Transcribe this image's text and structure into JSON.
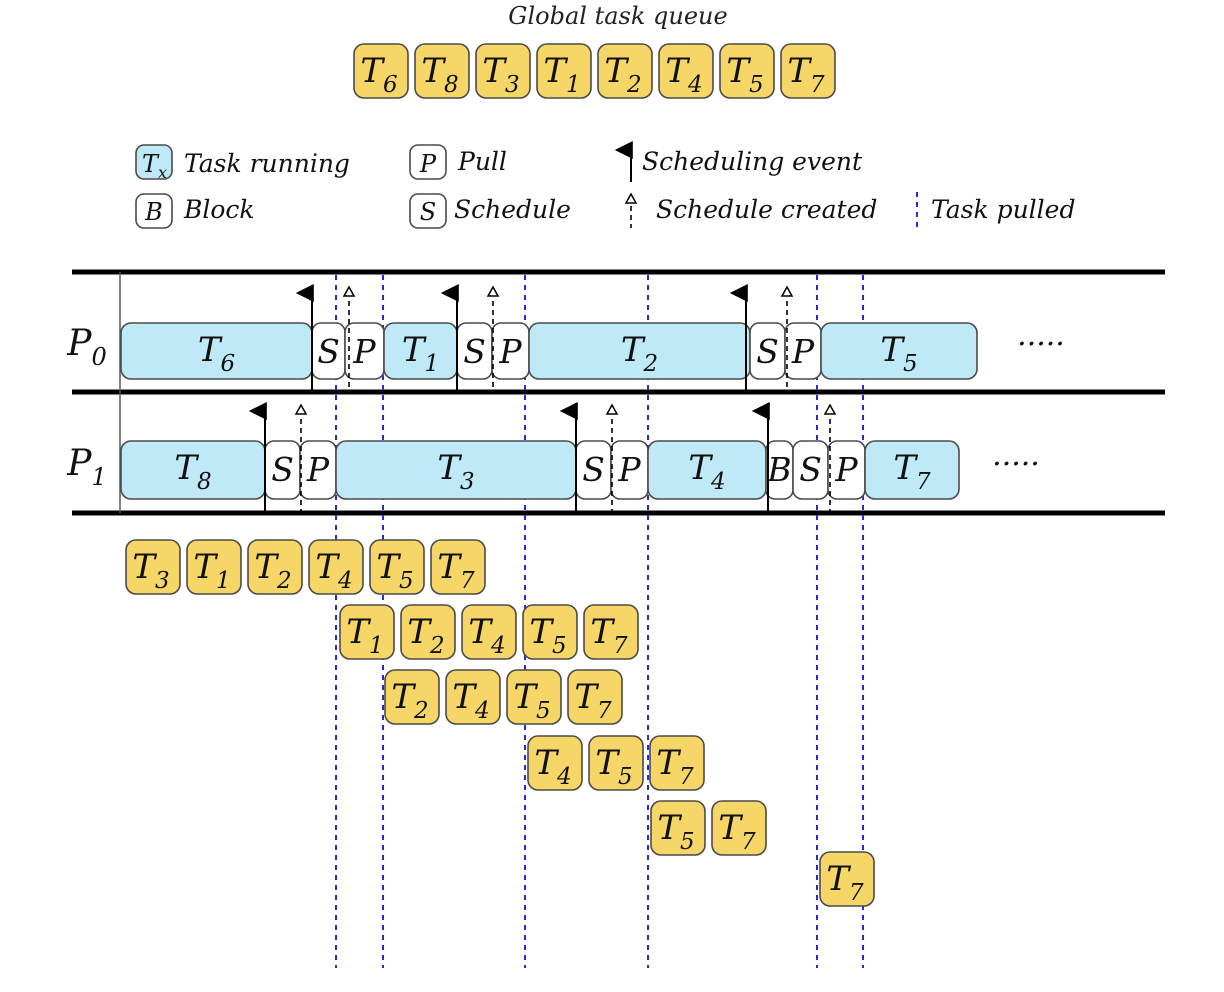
{
  "title": "Global task queue",
  "global_queue": [
    {
      "base": "T",
      "sub": "6"
    },
    {
      "base": "T",
      "sub": "8"
    },
    {
      "base": "T",
      "sub": "3"
    },
    {
      "base": "T",
      "sub": "1"
    },
    {
      "base": "T",
      "sub": "2"
    },
    {
      "base": "T",
      "sub": "4"
    },
    {
      "base": "T",
      "sub": "5"
    },
    {
      "base": "T",
      "sub": "7"
    }
  ],
  "legend": {
    "task_running": {
      "symbol_base": "T",
      "symbol_sub": "x",
      "label": "Task running"
    },
    "block": {
      "symbol": "B",
      "label": "Block"
    },
    "pull": {
      "symbol": "P",
      "label": "Pull"
    },
    "schedule": {
      "symbol": "S",
      "label": "Schedule"
    },
    "scheduling_event": {
      "label": "Scheduling event"
    },
    "schedule_created": {
      "label": "Schedule created"
    },
    "task_pulled": {
      "label": "Task pulled"
    }
  },
  "processors": [
    {
      "base": "P",
      "sub": "0",
      "segments": [
        {
          "kind": "task",
          "base": "T",
          "sub": "6"
        },
        {
          "kind": "op",
          "label": "S"
        },
        {
          "kind": "op",
          "label": "P"
        },
        {
          "kind": "task",
          "base": "T",
          "sub": "1"
        },
        {
          "kind": "op",
          "label": "S"
        },
        {
          "kind": "op",
          "label": "P"
        },
        {
          "kind": "task",
          "base": "T",
          "sub": "2"
        },
        {
          "kind": "op",
          "label": "S"
        },
        {
          "kind": "op",
          "label": "P"
        },
        {
          "kind": "task",
          "base": "T",
          "sub": "5"
        }
      ],
      "ellipsis": "....."
    },
    {
      "base": "P",
      "sub": "1",
      "segments": [
        {
          "kind": "task",
          "base": "T",
          "sub": "8"
        },
        {
          "kind": "op",
          "label": "S"
        },
        {
          "kind": "op",
          "label": "P"
        },
        {
          "kind": "task",
          "base": "T",
          "sub": "3"
        },
        {
          "kind": "op",
          "label": "S"
        },
        {
          "kind": "op",
          "label": "P"
        },
        {
          "kind": "task",
          "base": "T",
          "sub": "4"
        },
        {
          "kind": "op",
          "label": "B"
        },
        {
          "kind": "op",
          "label": "S"
        },
        {
          "kind": "op",
          "label": "P"
        },
        {
          "kind": "task",
          "base": "T",
          "sub": "7"
        }
      ],
      "ellipsis": "....."
    }
  ],
  "queue_snapshots": [
    [
      "3",
      "1",
      "2",
      "4",
      "5",
      "7"
    ],
    [
      "1",
      "2",
      "4",
      "5",
      "7"
    ],
    [
      "2",
      "4",
      "5",
      "7"
    ],
    [
      "4",
      "5",
      "7"
    ],
    [
      "5",
      "7"
    ],
    [
      "7"
    ]
  ],
  "colors": {
    "queue_fill": "#f7d668",
    "running_fill": "#bfe9f7",
    "pulled_line": "#2b2bdb",
    "stroke": "#4a4a4a"
  }
}
